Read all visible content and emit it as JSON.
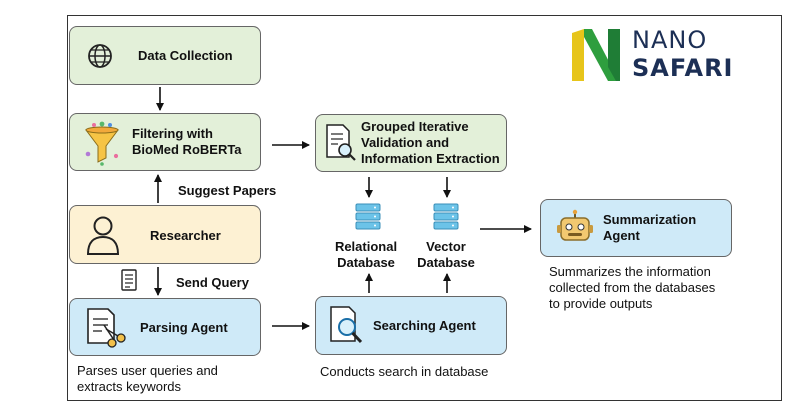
{
  "logo": {
    "line1": "NANO",
    "line2": "SAFARI"
  },
  "boxes": {
    "data_collection": "Data Collection",
    "filtering_l1": "Filtering with",
    "filtering_l2": "BioMed RoBERTa",
    "researcher": "Researcher",
    "parsing": "Parsing Agent",
    "grouped_l1": "Grouped Iterative",
    "grouped_l2": "Validation and",
    "grouped_l3": "Information Extraction",
    "searching": "Searching Agent",
    "summ_l1": "Summarization",
    "summ_l2": "Agent"
  },
  "labels": {
    "suggest": "Suggest Papers",
    "send": "Send Query",
    "relational_l1": "Relational",
    "relational_l2": "Database",
    "vector_l1": "Vector",
    "vector_l2": "Database"
  },
  "captions": {
    "parsing_l1": "Parses user queries and",
    "parsing_l2": "extracts keywords",
    "searching": "Conducts search in database",
    "summ_l1": "Summarizes the information",
    "summ_l2": "collected from the databases",
    "summ_l3": "to provide outputs"
  },
  "colors": {
    "green_box": "#e3f0d9",
    "yellow_box": "#fdf1d3",
    "blue_box": "#cfeaf8",
    "logo_green": "#2e9e3e",
    "logo_yellow": "#e7c51a",
    "logo_navy": "#1c2f55"
  },
  "icons": [
    "globe-icon",
    "funnel-icon",
    "person-icon",
    "document-scissors-icon",
    "document-search-icon",
    "magnifier-icon",
    "database-icon",
    "robot-icon",
    "query-document-icon"
  ]
}
